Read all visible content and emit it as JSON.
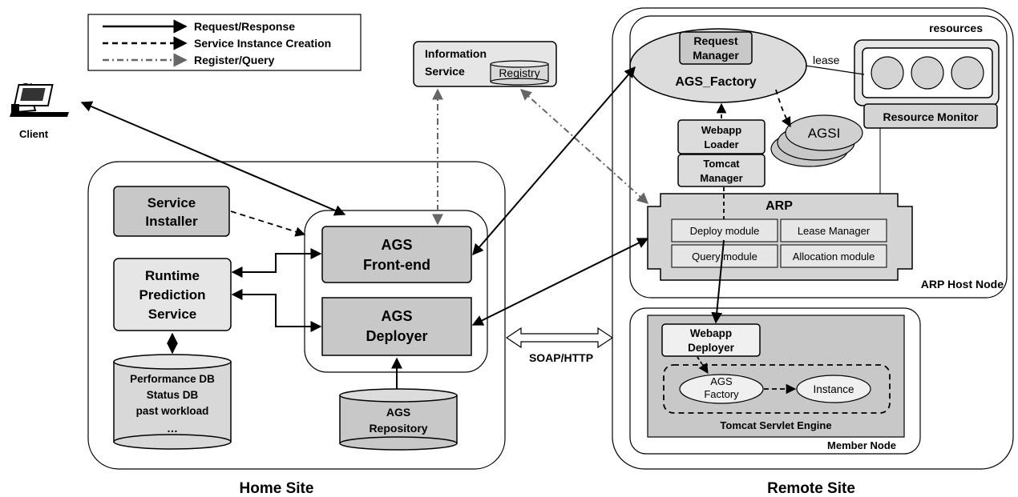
{
  "legend": {
    "request_response": "Request/Response",
    "service_instance_creation": "Service Instance Creation",
    "register_query": "Register/Query"
  },
  "client": {
    "label": "Client"
  },
  "information_service": {
    "line1": "Information",
    "line2": "Service",
    "registry": "Registry"
  },
  "home_site": {
    "label": "Home Site",
    "service_installer": {
      "line1": "Service",
      "line2": "Installer"
    },
    "runtime_prediction": {
      "line1": "Runtime",
      "line2": "Prediction",
      "line3": "Service"
    },
    "ags_frontend": {
      "line1": "AGS",
      "line2": "Front-end"
    },
    "ags_deployer": {
      "line1": "AGS",
      "line2": "Deployer"
    },
    "databases": {
      "line1": "Performance DB",
      "line2": "Status DB",
      "line3": "past workload",
      "line4": "…"
    },
    "ags_repository": {
      "line1": "AGS",
      "line2": "Repository"
    }
  },
  "soap_http": "SOAP/HTTP",
  "remote_site": {
    "label": "Remote Site",
    "arp_host_node": "ARP Host Node",
    "resources": "resources",
    "request_manager": {
      "line1": "Request",
      "line2": "Manager"
    },
    "ags_factory": "AGS_Factory",
    "lease": "lease",
    "resource_monitor": "Resource Monitor",
    "agsi": "AGSI",
    "webapp_loader": {
      "line1": "Webapp",
      "line2": "Loader"
    },
    "tomcat_manager": {
      "line1": "Tomcat",
      "line2": "Manager"
    },
    "arp": {
      "title": "ARP",
      "deploy_module": "Deploy module",
      "lease_manager": "Lease Manager",
      "query_module": "Query module",
      "allocation_module": "Allocation module"
    },
    "member_node": {
      "label": "Member Node",
      "webapp_deployer": {
        "line1": "Webapp",
        "line2": "Deployer"
      },
      "ags_factory": {
        "line1": "AGS",
        "line2": "Factory"
      },
      "instance": "Instance",
      "tomcat_engine": "Tomcat Servlet Engine"
    }
  },
  "colors": {
    "box_fill": "#e6e6e6",
    "box_dark": "#c8c8c8",
    "stroke": "#000000",
    "gray_arrow": "#666666"
  }
}
